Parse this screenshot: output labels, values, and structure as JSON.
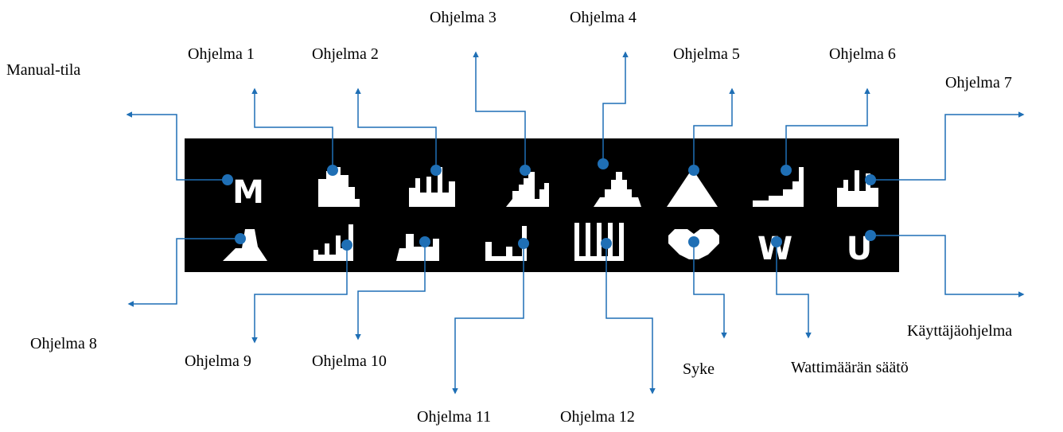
{
  "colors": {
    "connector": "#1f6fb5",
    "panel": "#000000",
    "icon": "#ffffff"
  },
  "icons": [
    {
      "id": "manual",
      "name": "manual-mode-icon",
      "glyph": "M"
    },
    {
      "id": "p1",
      "name": "program-1-icon"
    },
    {
      "id": "p2",
      "name": "program-2-icon"
    },
    {
      "id": "p3",
      "name": "program-3-icon"
    },
    {
      "id": "p4",
      "name": "program-4-icon"
    },
    {
      "id": "p5",
      "name": "program-5-icon"
    },
    {
      "id": "p6",
      "name": "program-6-icon"
    },
    {
      "id": "p7",
      "name": "program-7-icon"
    },
    {
      "id": "p8",
      "name": "program-8-icon"
    },
    {
      "id": "p9",
      "name": "program-9-icon"
    },
    {
      "id": "p10",
      "name": "program-10-icon"
    },
    {
      "id": "p11",
      "name": "program-11-icon"
    },
    {
      "id": "p12",
      "name": "program-12-icon"
    },
    {
      "id": "heart",
      "name": "heart-rate-icon"
    },
    {
      "id": "watt",
      "name": "watt-control-icon",
      "glyph": "W"
    },
    {
      "id": "user",
      "name": "user-program-icon",
      "glyph": "U"
    }
  ],
  "labels": {
    "manual": "Manual-tila",
    "p1": "Ohjelma 1",
    "p2": "Ohjelma 2",
    "p3": "Ohjelma 3",
    "p4": "Ohjelma 4",
    "p5": "Ohjelma 5",
    "p6": "Ohjelma 6",
    "p7": "Ohjelma 7",
    "p8": "Ohjelma 8",
    "p9": "Ohjelma 9",
    "p10": "Ohjelma 10",
    "p11": "Ohjelma 11",
    "p12": "Ohjelma 12",
    "heart": "Syke",
    "watt": "Wattimäärän säätö",
    "user": "Käyttäjäohjelma"
  }
}
